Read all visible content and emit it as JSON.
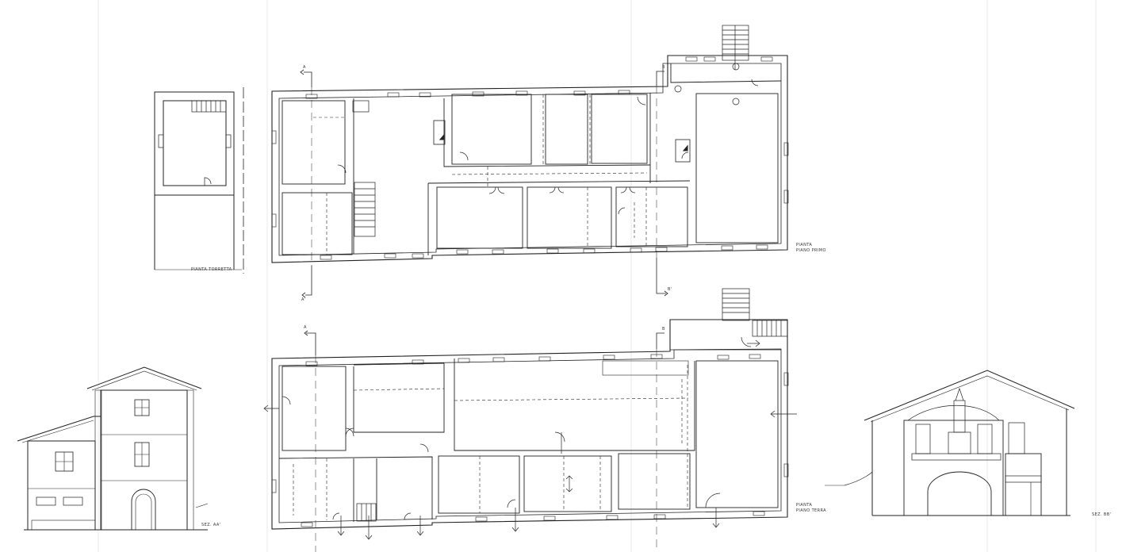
{
  "sheet": {
    "line_color": "#222222",
    "guide_color": "#cfcfcf",
    "background": "#ffffff"
  },
  "labels": {
    "turret_plan": "PIANTA TORRETTA",
    "first_floor_plan_line1": "PIANTA",
    "first_floor_plan_line2": "PIANO PRIMO",
    "ground_floor_plan_line1": "PIANTA",
    "ground_floor_plan_line2": "PIANO TERRA",
    "section_aa": "SEZ. AA'",
    "section_bb": "SEZ. BB'"
  },
  "section_marks": {
    "a": "A",
    "a_prime": "A'",
    "b": "B",
    "b_prime": "B'"
  }
}
